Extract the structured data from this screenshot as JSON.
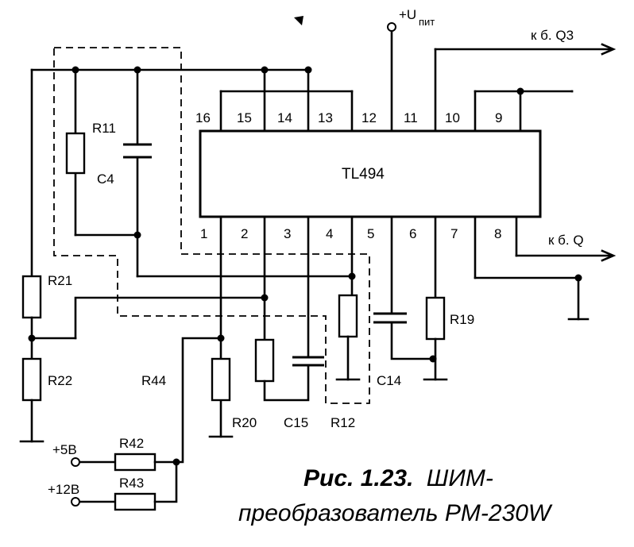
{
  "chip": {
    "name": "TL494"
  },
  "pins_top": [
    "16",
    "15",
    "14",
    "13",
    "12",
    "11",
    "10",
    "9"
  ],
  "pins_bottom": [
    "1",
    "2",
    "3",
    "4",
    "5",
    "6",
    "7",
    "8"
  ],
  "supply": {
    "label": "+U",
    "subscript": "пит"
  },
  "outputs": {
    "q3": "к б. Q3",
    "q": "к б. Q"
  },
  "components": {
    "r11": "R11",
    "c4": "C4",
    "r21": "R21",
    "r22": "R22",
    "r44": "R44",
    "r20": "R20",
    "c15": "C15",
    "r12": "R12",
    "c14": "C14",
    "r19": "R19",
    "r42": "R42",
    "r43": "R43"
  },
  "inputs": {
    "v5": "+5В",
    "v12": "+12В"
  },
  "caption": {
    "number": "Рис. 1.23.",
    "title_line1": "ШИМ-",
    "title_line2": "преобразователь PM-230W"
  }
}
